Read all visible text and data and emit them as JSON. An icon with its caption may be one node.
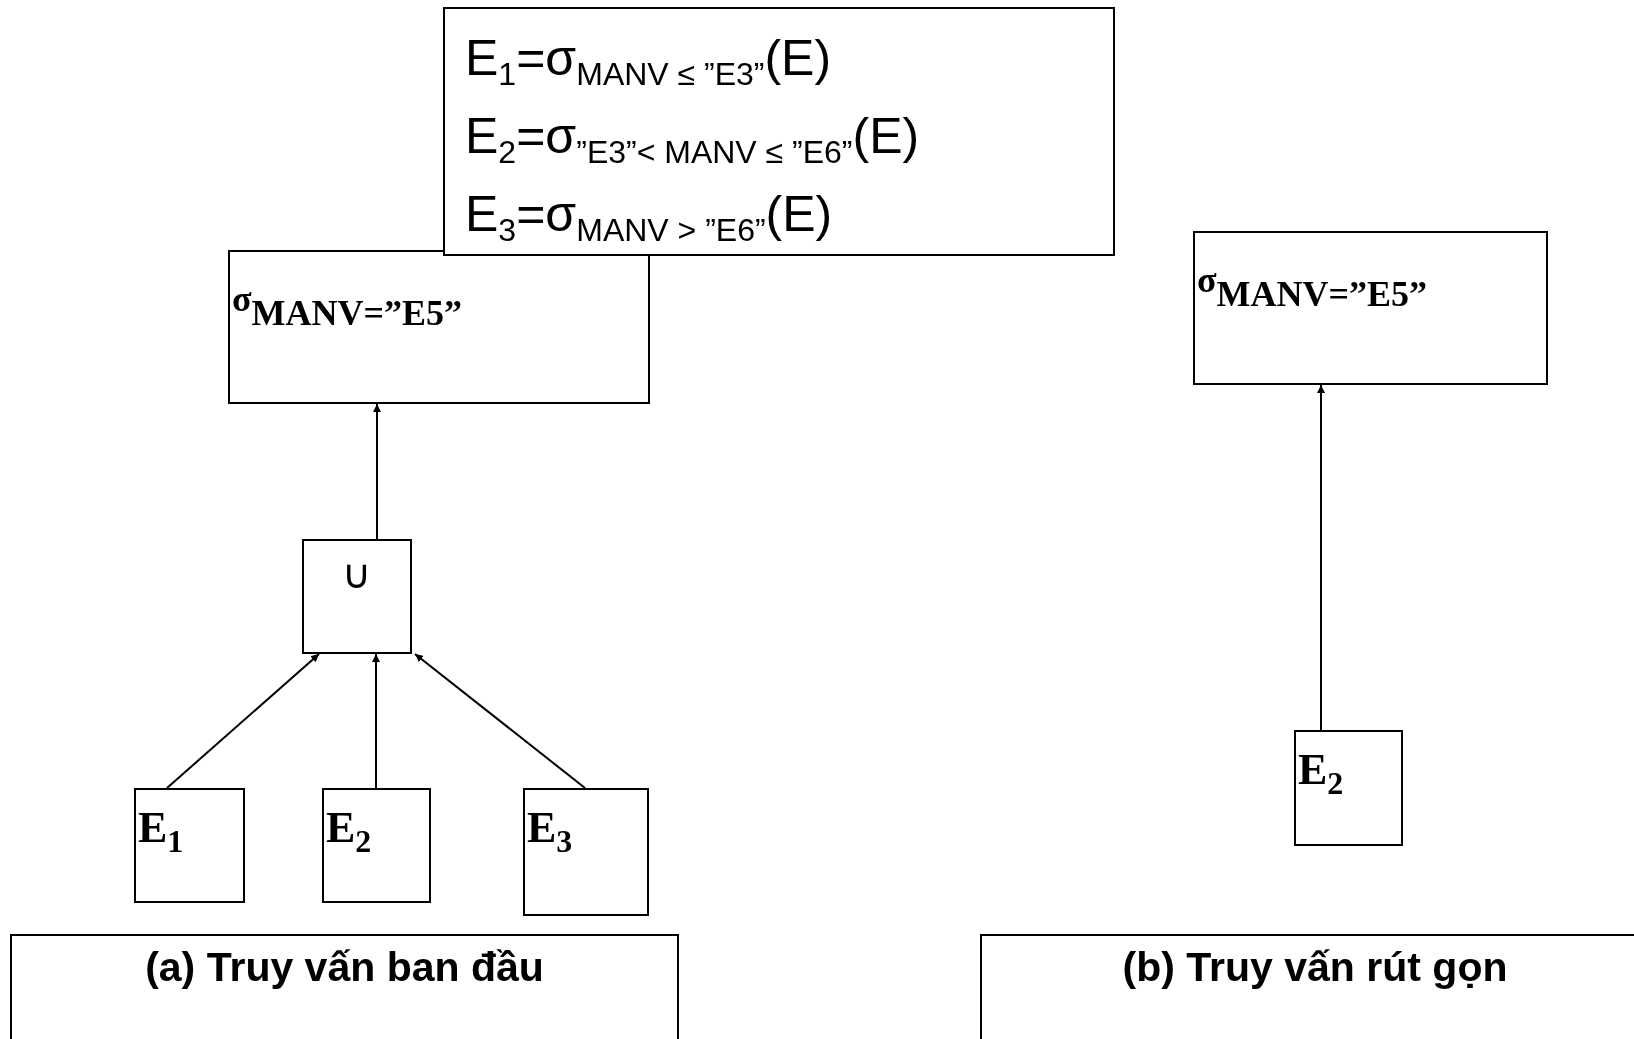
{
  "diagram": {
    "nodes": [
      {
        "text": [
          "E$_{1}$=σ$_{MANV ≤ ”E3”}$(E)",
          "E$_{2}$=σ$_{”E3”< MANV ≤ ”E6”}$(E)",
          "E$_{3}$=σ$_{MANV > ”E6”}$(E)"
        ]
      },
      {
        "text": [
          "σ$_{MANV=”E5”}$"
        ]
      },
      {
        "text": [
          "∪"
        ]
      },
      {
        "text": [
          "E$_{1}$"
        ]
      },
      {
        "text": [
          "E$_{2}$"
        ]
      },
      {
        "text": [
          "E$_{3}$"
        ]
      },
      {
        "text": [
          "σ$_{MANV=”E5”}$"
        ]
      },
      {
        "text": [
          "E$_{2}$"
        ]
      },
      {
        "text": [
          "(a) Truy vấn ban đầu"
        ]
      },
      {
        "text": [
          "(b) Truy vấn rút gọn"
        ]
      }
    ],
    "edges": [
      {
        "from": 2,
        "to": 1,
        "arrow": "to"
      },
      {
        "from": 3,
        "to": 2,
        "arrow": "to"
      },
      {
        "from": 4,
        "to": 2,
        "arrow": "to"
      },
      {
        "from": 5,
        "to": 2,
        "arrow": "to"
      },
      {
        "from": 7,
        "to": 6,
        "arrow": "to"
      }
    ]
  }
}
